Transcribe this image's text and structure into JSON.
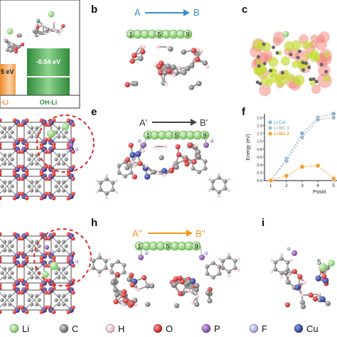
{
  "panels": {
    "b": "b",
    "c": "c",
    "e": "e",
    "f": "f",
    "h": "h",
    "i": "i"
  },
  "panel_a": {
    "left_value": "5 eV",
    "left_label": "-Li",
    "right_value": "-0.54 eV",
    "right_label": "OH-Li"
  },
  "panel_b": {
    "from": "A",
    "to": "B",
    "marks": [
      "1",
      "5",
      "9"
    ]
  },
  "panel_e": {
    "from": "A'",
    "to": "B'",
    "marks": [
      "1",
      "5",
      "9"
    ]
  },
  "panel_h": {
    "from": "A''",
    "to": "B''",
    "marks": [
      "1",
      "5",
      "9"
    ]
  },
  "panel_i": {
    "mark": "5"
  },
  "chart_data": {
    "type": "line",
    "ylabel": "Energy (eV)",
    "xlabel": "Positi",
    "x": [
      1,
      2,
      3,
      4,
      5
    ],
    "xticks": [
      "1",
      "2",
      "3",
      "4",
      "5"
    ],
    "yticks": [
      "0.0",
      "0.2",
      "0.4",
      "0.6",
      "0.8",
      "1.0",
      "1.2",
      "1.4",
      "1.6"
    ],
    "ylim": [
      0,
      1.7
    ],
    "legend_position": "top-left",
    "series": [
      {
        "name": "Li-Cel",
        "color": "#7fb3d5",
        "values": [
          0.0,
          0.55,
          1.2,
          1.6,
          1.7
        ]
      },
      {
        "name": "Li-MC-1",
        "color": "#a9b7c6",
        "values": [
          0.0,
          0.5,
          1.1,
          1.55,
          1.6
        ]
      },
      {
        "name": "Li-MC-2",
        "color": "#f0a030",
        "values": [
          0.0,
          0.12,
          0.35,
          0.38,
          0.05
        ]
      }
    ]
  },
  "legend": [
    {
      "symbol": "Li",
      "color": "#8fd17a"
    },
    {
      "symbol": "C",
      "color": "#7a7a7a"
    },
    {
      "symbol": "H",
      "color": "#f1c2c8"
    },
    {
      "symbol": "O",
      "color": "#d21a1a"
    },
    {
      "symbol": "P",
      "color": "#8a4fb5"
    },
    {
      "symbol": "F",
      "color": "#9aa5d8"
    },
    {
      "symbol": "Cu",
      "color": "#2b3f9a"
    }
  ],
  "colors": {
    "arrow_blue": "#3a8ed0",
    "arrow_gray": "#444444",
    "arrow_orange": "#f0961e",
    "li_green": "#8fd17a",
    "bar_green": "#3fa14a",
    "bar_orange": "#f5a04b",
    "circle_red": "#d62828"
  }
}
